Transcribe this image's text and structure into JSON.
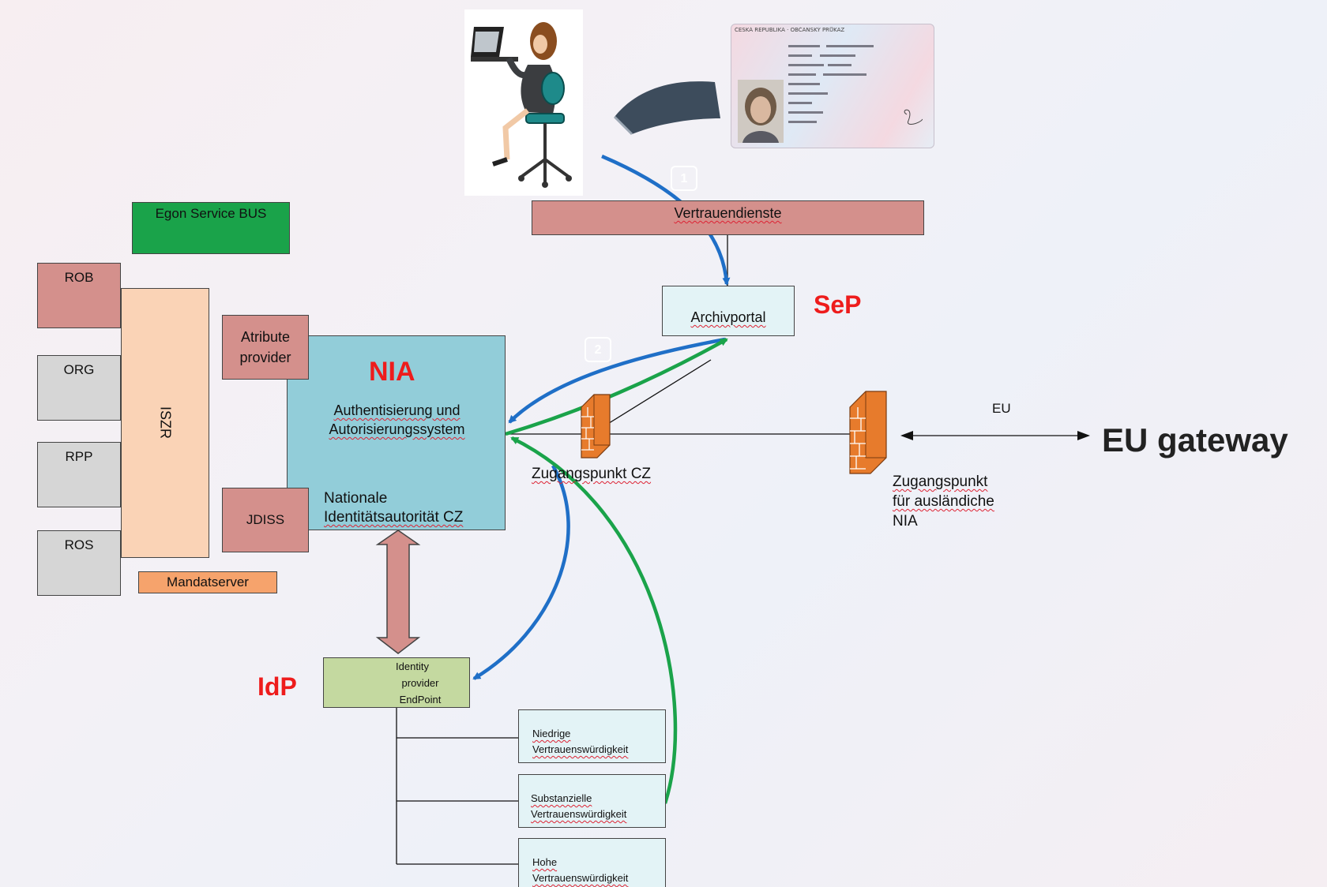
{
  "top": {
    "vertrauensdienste": "Vertrauendienste",
    "step1": "1",
    "step2": "2",
    "id_card_header": "ČESKÁ REPUBLIKA · OBČANSKÝ PRŮKAZ"
  },
  "left": {
    "egon": "Egon Service BUS",
    "rob": "ROB",
    "org": "ORG",
    "rpp": "RPP",
    "ros": "ROS",
    "iszr": "ISZR",
    "mandat": "Mandatserver",
    "atribute_line1": "Atribute",
    "atribute_line2": "provider",
    "jdiss": "JDISS"
  },
  "nia": {
    "title": "NIA",
    "auth_line1": "Authentisierung und",
    "auth_line2": "Autorisierungssystem",
    "nat_line1": "Nationale",
    "nat_line2": "Identitätsautorität CZ"
  },
  "sep": {
    "label": "SeP",
    "archiv": "Archivportal"
  },
  "firewalls": {
    "cz": "Zugangspunkt CZ",
    "foreign_line1": "Zugangspunkt",
    "foreign_line2": "für ausländiche",
    "foreign_line3": "NIA",
    "eu": "EU",
    "gateway": "EU gateway"
  },
  "idp": {
    "label": "IdP",
    "line1": "Identity",
    "line2": "provider",
    "line3": "EndPoint",
    "levels": [
      {
        "line1": "Niedrige",
        "line2": "Vertrauenswürdigkeit"
      },
      {
        "line1": "Substanzielle",
        "line2": "Vertrauenswürdigkeit"
      },
      {
        "line1": "Hohe",
        "line2": "Vertrauenswürdigkeit"
      }
    ]
  },
  "colors": {
    "blue_arrow": "#1f6fc7",
    "green_arrow": "#1aa34a",
    "brand_red": "#ee1c1c"
  }
}
